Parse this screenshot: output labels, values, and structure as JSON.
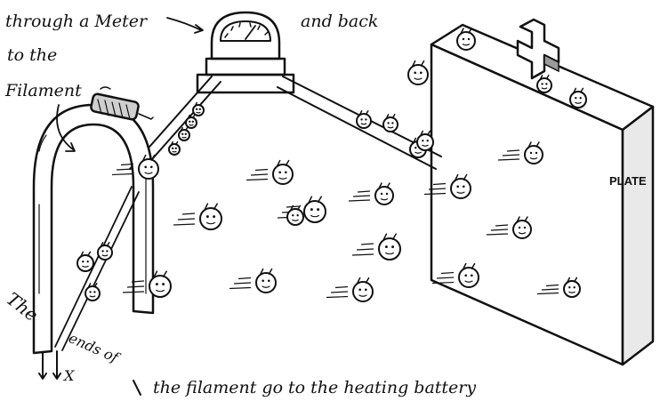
{
  "labels": {
    "through_meter": "through a Meter",
    "and_back": "and back",
    "to_the": "to the",
    "filament": "Filament",
    "the": "The",
    "ends_of": "ends of",
    "filament_battery": "the filament go to the heating battery",
    "plate": "PLATE",
    "x_mark": "X",
    "plus_sign": "+"
  },
  "colors": {
    "ink": "#111111",
    "paper": "#ffffff",
    "shade": "#cfcfcf"
  }
}
